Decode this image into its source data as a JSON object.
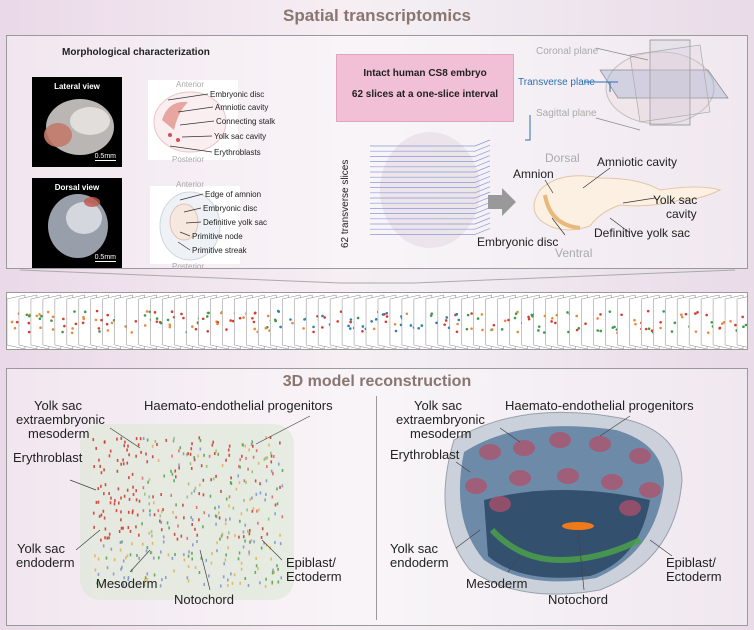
{
  "main_title": "Spatial transcriptomics",
  "top_panel": {
    "morph_title": "Morphological characterization",
    "lateral_view": "Lateral view",
    "dorsal_view": "Dorsal view",
    "scale_bar": "0.5mm",
    "lateral_labels": {
      "anterior": "Anterior",
      "posterior": "Posterior",
      "items": [
        "Embryonic disc",
        "Amniotic cavity",
        "Connecting stalk",
        "Yolk sac cavity",
        "Erythroblasts"
      ]
    },
    "dorsal_labels": {
      "anterior": "Anterior",
      "posterior": "Posterior",
      "items": [
        "Edge of amnion",
        "Embryonic disc",
        "Definitive yolk sac",
        "Primitive node",
        "Primitive streak"
      ]
    },
    "embryo_box": {
      "line1": "Intact human CS8 embryo",
      "line2": "62 slices at a one-slice interval"
    },
    "planes": {
      "coronal": "Coronal plane",
      "transverse": "Transverse plane",
      "sagittal": "Sagittal plane"
    },
    "slices_label": "62 transverse slices",
    "section_labels": {
      "dorsal": "Dorsal",
      "ventral": "Ventral",
      "amnion": "Amnion",
      "amniotic_cavity": "Amniotic cavity",
      "yolk_sac_cavity_1": "Yolk sac",
      "yolk_sac_cavity_2": "cavity",
      "embryonic_disc": "Embryonic disc",
      "definitive_yolk_sac": "Definitive yolk sac"
    }
  },
  "slice_strip": {
    "count": 62
  },
  "recon_title": "3D model reconstruction",
  "recon_left": {
    "yolk_ext_1": "Yolk sac",
    "yolk_ext_2": "extraembryonic",
    "yolk_ext_3": "mesoderm",
    "hep": "Haemato-endothelial progenitors",
    "erythroblast": "Erythroblast",
    "yolk_endo_1": "Yolk sac",
    "yolk_endo_2": "endoderm",
    "mesoderm": "Mesoderm",
    "notochord": "Notochord",
    "epiblast_1": "Epiblast/",
    "epiblast_2": "Ectoderm"
  },
  "recon_right": {
    "yolk_ext_1": "Yolk sac",
    "yolk_ext_2": "extraembryonic",
    "yolk_ext_3": "mesoderm",
    "hep": "Haemato-endothelial progenitors",
    "erythroblast": "Erythroblast",
    "yolk_endo_1": "Yolk sac",
    "yolk_endo_2": "endoderm",
    "mesoderm": "Mesoderm",
    "notochord": "Notochord",
    "epiblast_1": "Epiblast/",
    "epiblast_2": "Ectoderm"
  },
  "colors": {
    "title_brown": "#8a7670",
    "transverse_blue": "#2a6fb3",
    "erythro_red": "#c8322a",
    "endo_green": "#4aa04a",
    "notochord_orange": "#f07a1a"
  }
}
